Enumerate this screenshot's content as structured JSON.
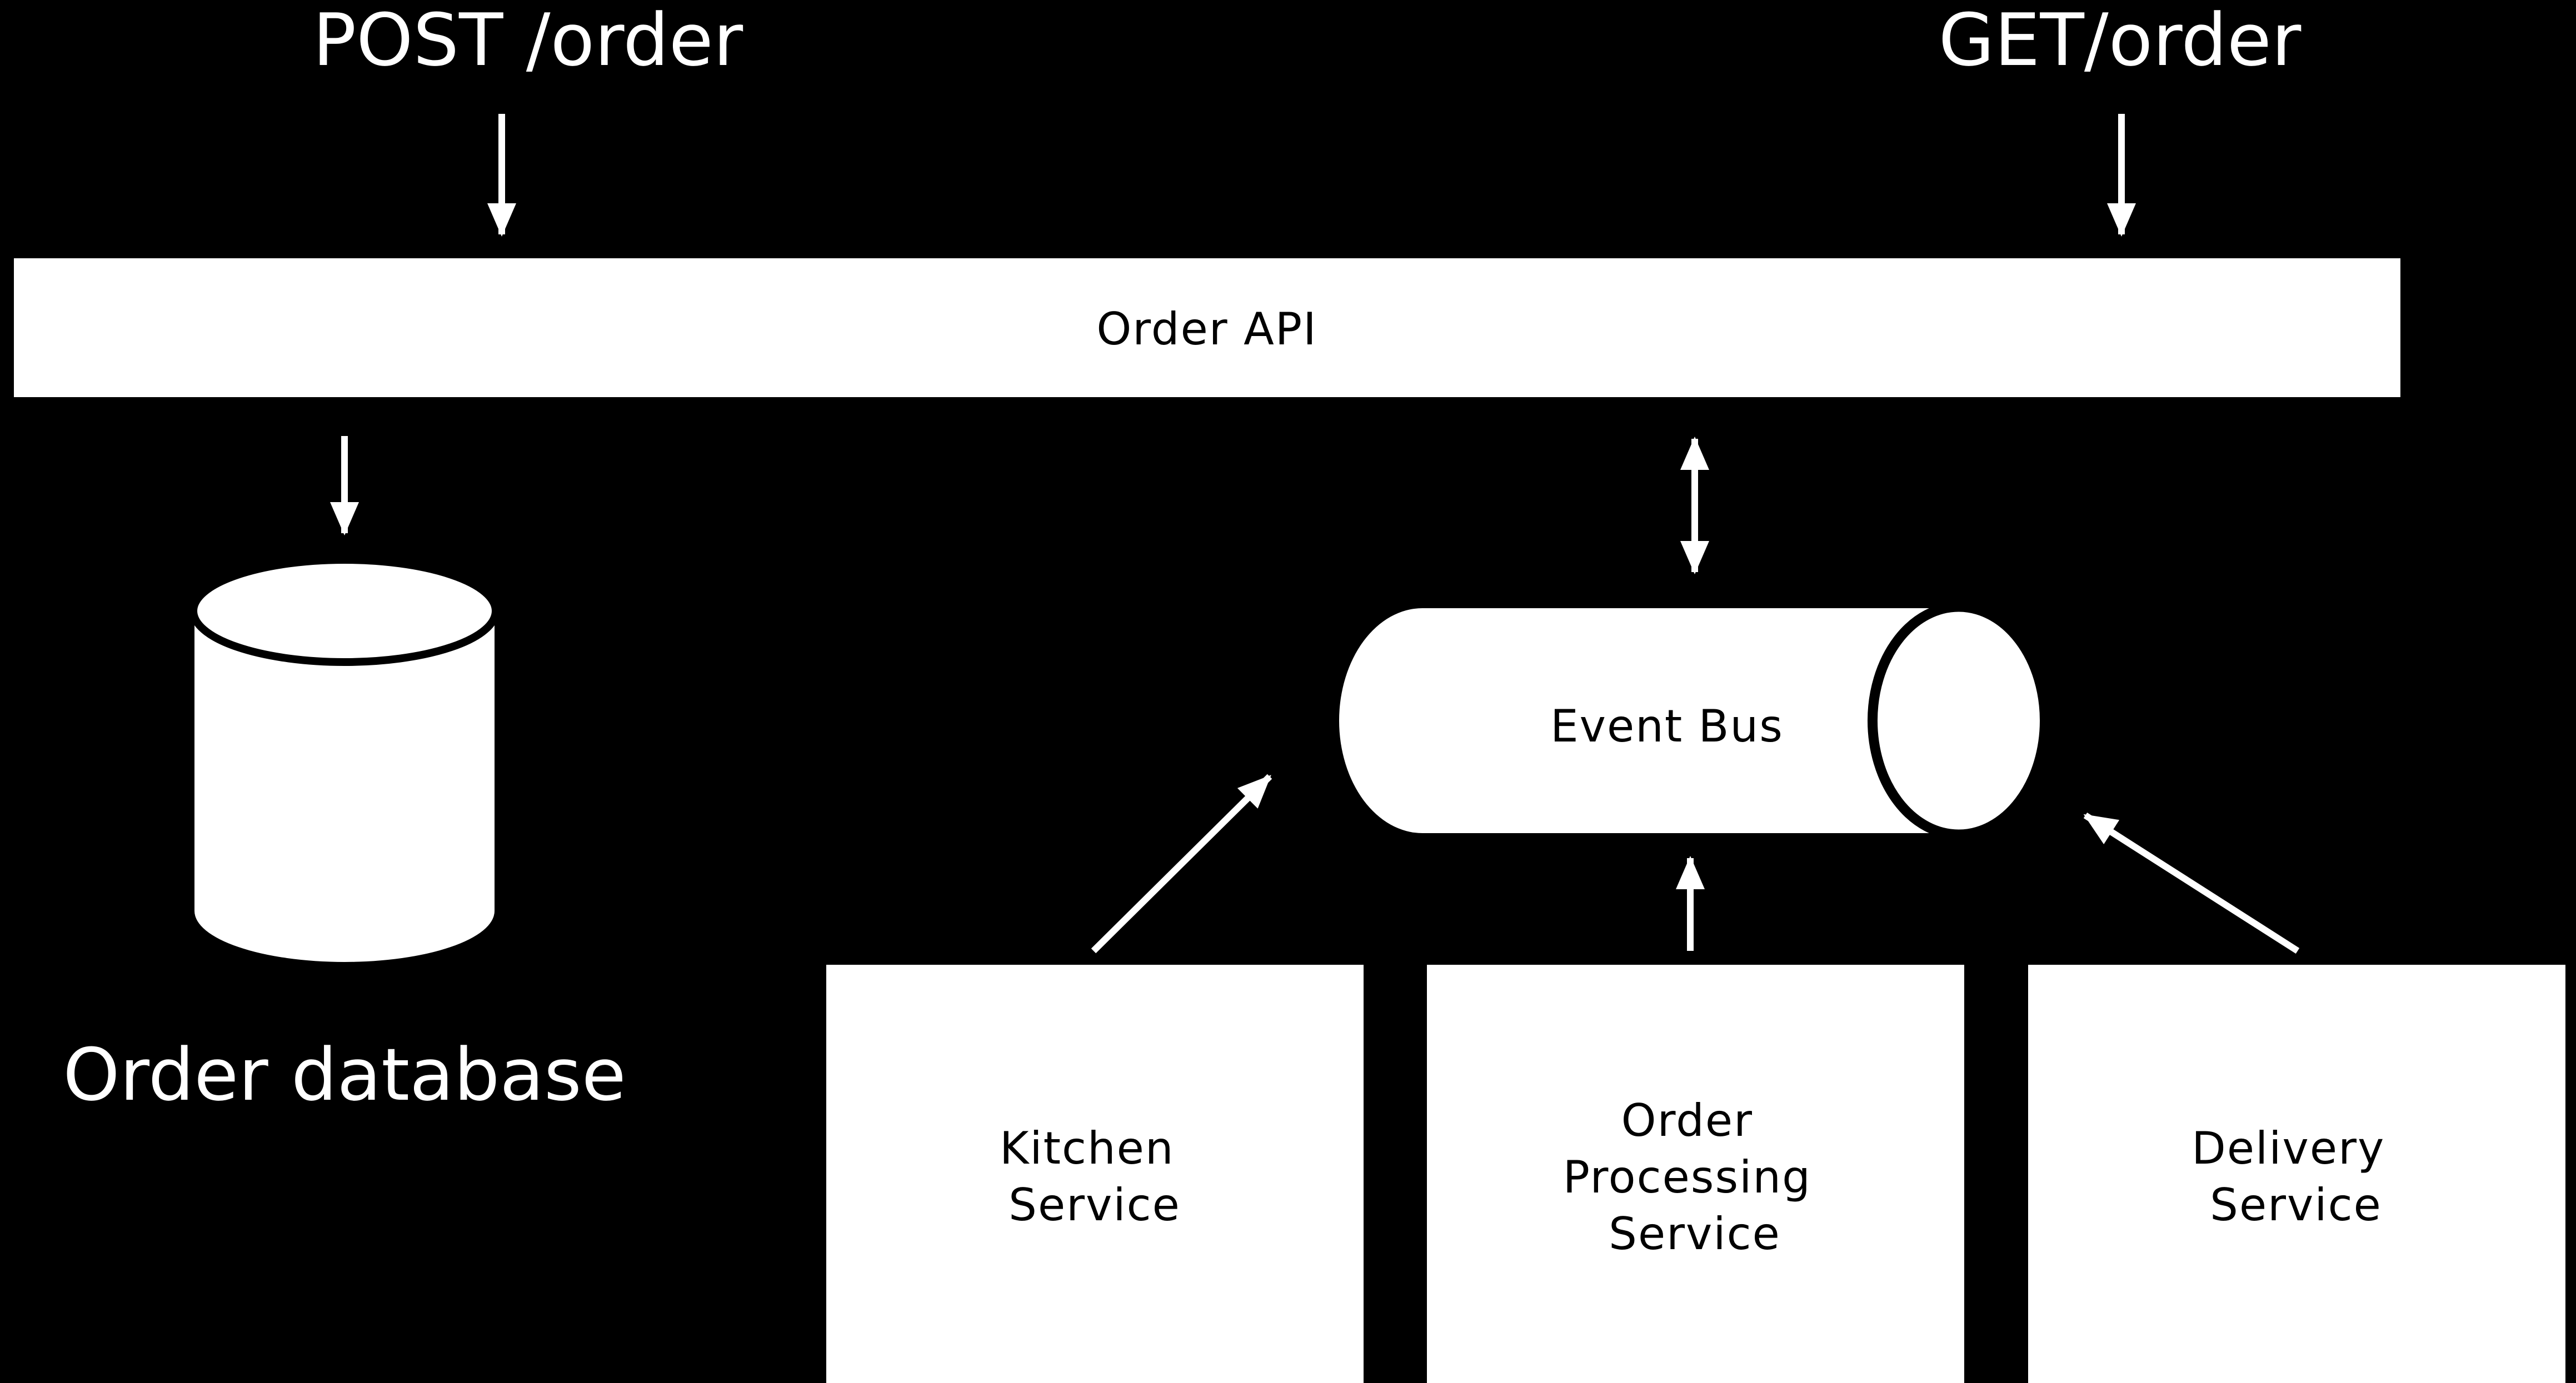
{
  "colors": {
    "background": "#000000",
    "foreground": "#ffffff"
  },
  "endpoints": {
    "post": "POST /order",
    "get": "GET/order"
  },
  "order_api": {
    "label": "Order API"
  },
  "event_bus": {
    "label": "Event Bus"
  },
  "database": {
    "label": "Order database"
  },
  "services": [
    {
      "lines": [
        "Kitchen",
        "Service"
      ]
    },
    {
      "lines": [
        "Order",
        "Processing",
        "Service"
      ]
    },
    {
      "lines": [
        "Delivery",
        "Service"
      ]
    }
  ]
}
